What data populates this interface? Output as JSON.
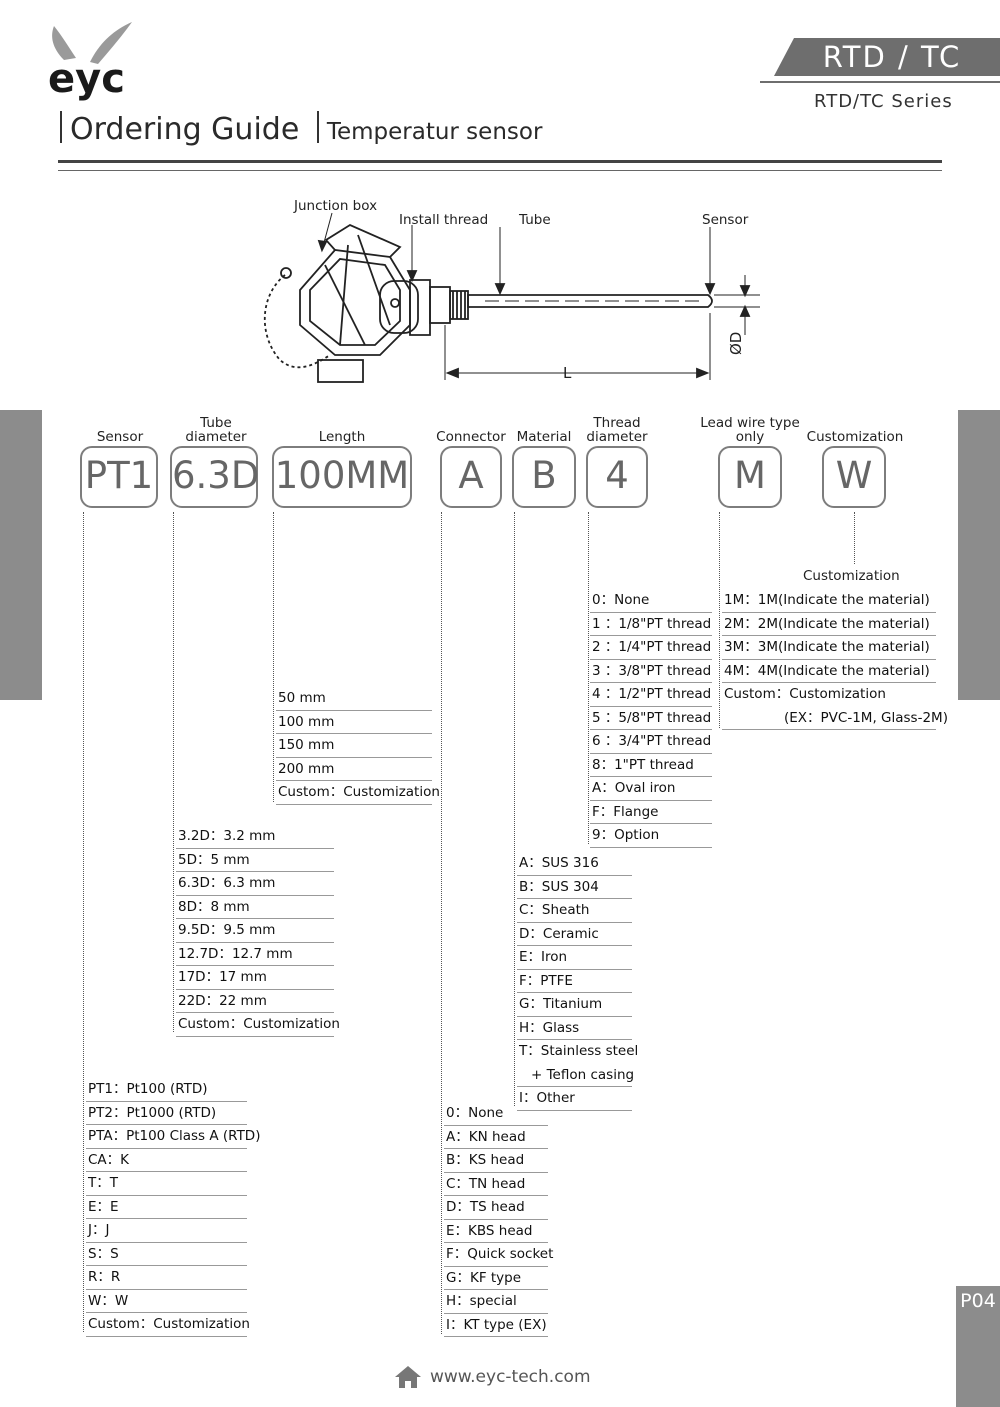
{
  "brand": {
    "logo_text": "eyc"
  },
  "header": {
    "badge": "RTD / TC",
    "series": "RTD/TC Series",
    "title": "Ordering Guide",
    "subtitle": "Temperatur sensor"
  },
  "diagram": {
    "labels": {
      "junction_box": "Junction box",
      "install_thread": "Install thread",
      "tube": "Tube",
      "sensor": "Sensor",
      "length": "L",
      "diameter": "ØD"
    }
  },
  "code": [
    {
      "header": "Sensor",
      "value": "PT1"
    },
    {
      "header": "Tube diameter",
      "value": "6.3D"
    },
    {
      "header": "Length",
      "value": "100MM"
    },
    {
      "header": "Connector",
      "value": "A"
    },
    {
      "header": "Material",
      "value": "B"
    },
    {
      "header": "Thread diameter",
      "value": "4"
    },
    {
      "header": "Lead wire type only",
      "value": "M"
    },
    {
      "header": "Customization",
      "value": "W"
    }
  ],
  "lists": {
    "sensor": [
      "PT1：Pt100 (RTD)",
      "PT2：Pt1000 (RTD)",
      "PTA：Pt100 Class A (RTD)",
      "CA：K",
      "T：T",
      "E：E",
      "J：J",
      "S：S",
      "R：R",
      "W：W",
      "Custom：Customization"
    ],
    "tube_diameter": [
      "3.2D：3.2 mm",
      "5D：5 mm",
      "6.3D：6.3 mm",
      "8D：8 mm",
      "9.5D：9.5 mm",
      "12.7D：12.7 mm",
      "17D：17 mm",
      "22D：22 mm",
      "Custom：Customization"
    ],
    "length": [
      "50 mm",
      "100 mm",
      "150 mm",
      "200 mm",
      "Custom：Customization"
    ],
    "connector": [
      "0：None",
      "A：KN head",
      "B：KS head",
      "C：TN head",
      "D：TS head",
      "E：KBS head",
      "F：Quick socket",
      "G：KF type",
      "H：special",
      "I：KT type (EX)"
    ],
    "material": [
      "A：SUS 316",
      "B：SUS 304",
      "C：Sheath",
      "D：Ceramic",
      "E：Iron",
      "F：PTFE",
      "G：Titanium",
      "H：Glass",
      "T：Stainless steel",
      "+ Teflon casing",
      "I：Other"
    ],
    "thread": [
      "0：None",
      "1 ：1/8\"PT thread",
      "2 ：1/4\"PT thread",
      "3 ：3/8\"PT thread",
      "4 ：1/2\"PT thread",
      "5 ：5/8\"PT thread",
      "6 ：3/4\"PT thread",
      "8：1\"PT thread",
      "A：Oval iron",
      "F：Flange",
      "9：Option"
    ],
    "customization_title": "Customization",
    "lead_wire": [
      "1M：1M(Indicate the material)",
      "2M：2M(Indicate the material)",
      "3M：3M(Indicate the material)",
      "4M：4M(Indicate the material)",
      "Custom：Customization",
      "(EX：PVC-1M, Glass-2M)"
    ]
  },
  "footer": {
    "url": "www.eyc-tech.com",
    "page": "P04"
  },
  "colors": {
    "accent_gray": "#8c8c8c",
    "badge_gray": "#6e6e6e",
    "box_border": "#7d7d7d"
  }
}
